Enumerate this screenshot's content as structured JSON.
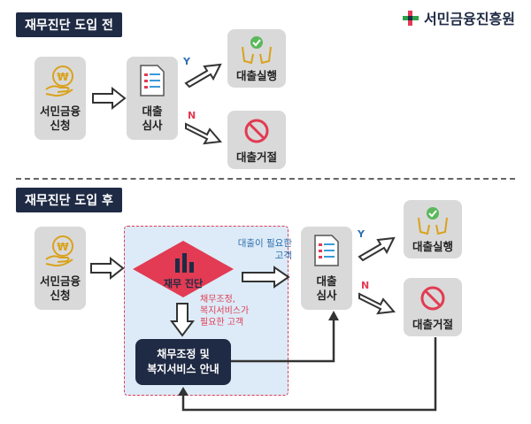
{
  "logo": {
    "text": "서민금융진흥원"
  },
  "before": {
    "title": "재무진단 도입 전",
    "apply": "서민금융\n신청",
    "review": "대출\n심사",
    "approve": "대출실행",
    "reject": "대출거절",
    "yes": "Y",
    "no": "N"
  },
  "after": {
    "title": "재무진단 도입 후",
    "apply": "서민금융\n신청",
    "diagnosis": "재무 진단",
    "need_loan": "대출이 필요한\n고객",
    "need_welfare": "채무조정,\n복지서비스가\n필요한 고객",
    "welfare_box": "채무조정 및\n복지서비스 안내",
    "review": "대출\n심사",
    "approve": "대출실행",
    "reject": "대출거절",
    "yes": "Y",
    "no": "N"
  },
  "colors": {
    "navy": "#1f2a44",
    "red": "#e23b53",
    "green": "#5cb85c",
    "gold": "#d9a21b",
    "blue": "#2f6fb0"
  }
}
